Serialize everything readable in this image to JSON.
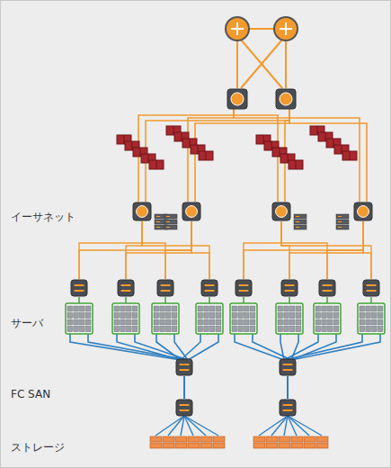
{
  "diagram": {
    "labels": [
      "イーサネット",
      "サーバ",
      "FC SAN",
      "ストレージ"
    ]
  }
}
